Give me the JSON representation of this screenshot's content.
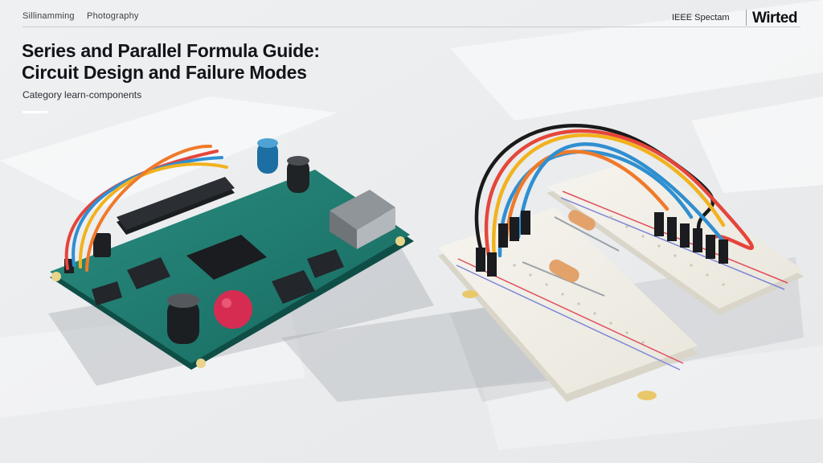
{
  "nav": {
    "item1": "Sillinamming",
    "item2": "Photography"
  },
  "brands": {
    "primary": "IEEE Spectam",
    "secondary": "Wirted"
  },
  "article": {
    "title_line1": "Series and Parallel Formula Guide:",
    "title_line2": "Circuit Design and Failure Modes",
    "category": "Category learn-components"
  },
  "photo": {
    "subject": "microcontroller-board-and-breadboard",
    "colors": {
      "pcb": "#1f7f73",
      "breadboard": "#f3f1ea",
      "wire_red": "#e5453b",
      "wire_blue": "#2f8fd1",
      "wire_yellow": "#f1b21e",
      "wire_orange": "#ef7a2a",
      "wire_black": "#1a1a1a"
    }
  }
}
